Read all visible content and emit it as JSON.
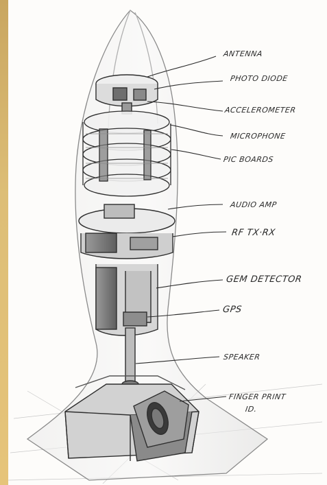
{
  "labels": {
    "antenna": "ANTENNA",
    "photo_diode": "PHOTO DIODE",
    "accelerometer": "ACCELEROMETER",
    "microphone": "MICROPHONE",
    "pic_boards": "PIC BOARDS",
    "audio_amp": "AUDIO AMP",
    "rf_tx_rx": "RF TX·RX",
    "gem_detector": "GEM DETECTOR",
    "gps": "GPS",
    "speaker": "SPEAKER",
    "finger_print_1": "FINGER PRINT",
    "finger_print_2": "ID."
  },
  "colors": {
    "ink": "#2a2a2a",
    "pencil": "#7a7a7a",
    "shade": "#b5b5b5",
    "left_band": "#d9b86f"
  }
}
